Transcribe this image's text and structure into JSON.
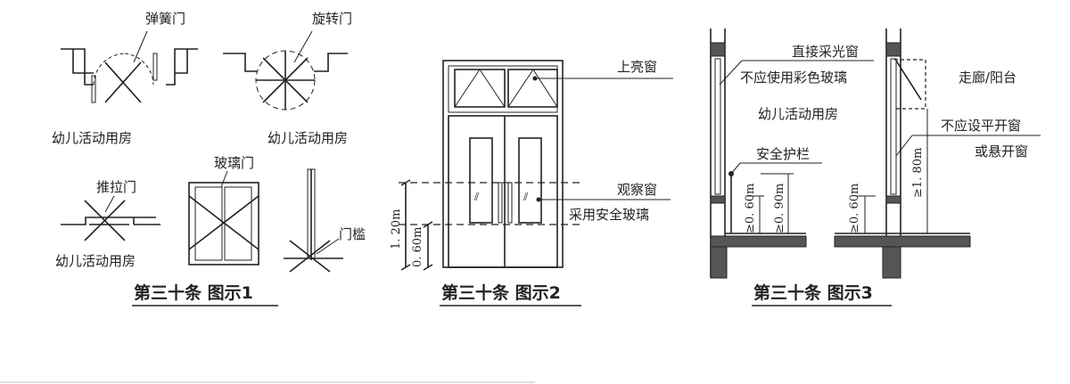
{
  "figure1": {
    "caption": "第三十条  图示1",
    "spring_door": "弹簧门",
    "revolving_door": "旋转门",
    "room_a": "幼儿活动用房",
    "room_b": "幼儿活动用房",
    "sliding_door": "推拉门",
    "glass_door": "玻璃门",
    "threshold": "门槛",
    "room_c": "幼儿活动用房"
  },
  "figure2": {
    "caption": "第三十条  图示2",
    "transom": "上亮窗",
    "observation_window": "观察窗",
    "safety_glass": "采用安全玻璃",
    "dim_high": "1. 20m",
    "dim_low": "0. 60m"
  },
  "figure3": {
    "caption": "第三十条  图示3",
    "direct_window": "直接采光窗",
    "no_color_glass": "不应使用彩色玻璃",
    "room": "幼儿活动用房",
    "guardrail": "安全护栏",
    "corridor": "走廊/阳台",
    "no_casement": "不应设平开窗",
    "or_hung": "或悬开窗",
    "dim_sill_a": "≥0. 60m",
    "dim_rail": "≥0. 90m",
    "dim_sill_b": "≥0. 60m",
    "dim_high": "≥1. 80m"
  }
}
